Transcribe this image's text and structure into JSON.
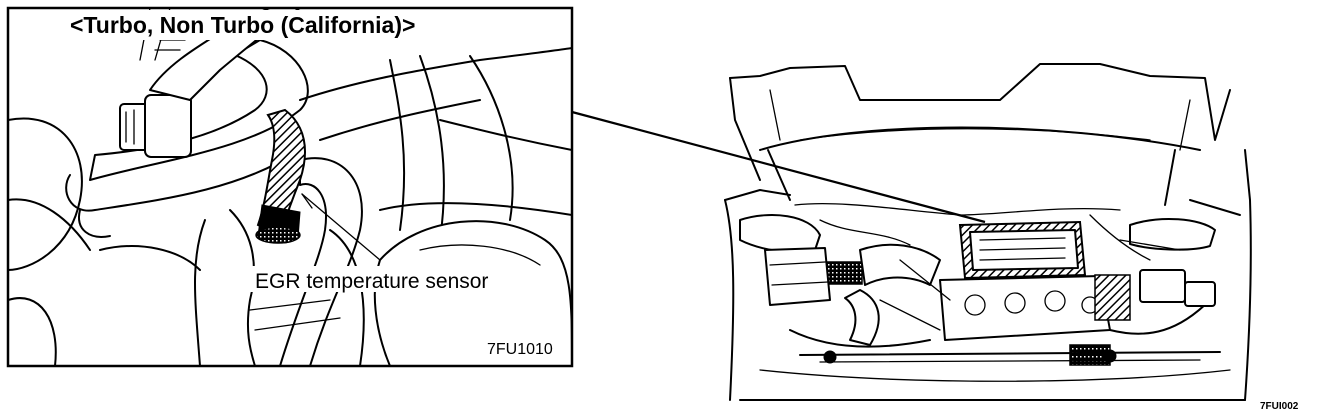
{
  "detail_view": {
    "title": "<Turbo, Non Turbo (California)>",
    "callout_label": "EGR temperature sensor",
    "figure_code": "7FU1010"
  },
  "overview": {
    "figure_code": "7FUI002"
  },
  "colors": {
    "line": "#000000",
    "background": "#ffffff"
  }
}
